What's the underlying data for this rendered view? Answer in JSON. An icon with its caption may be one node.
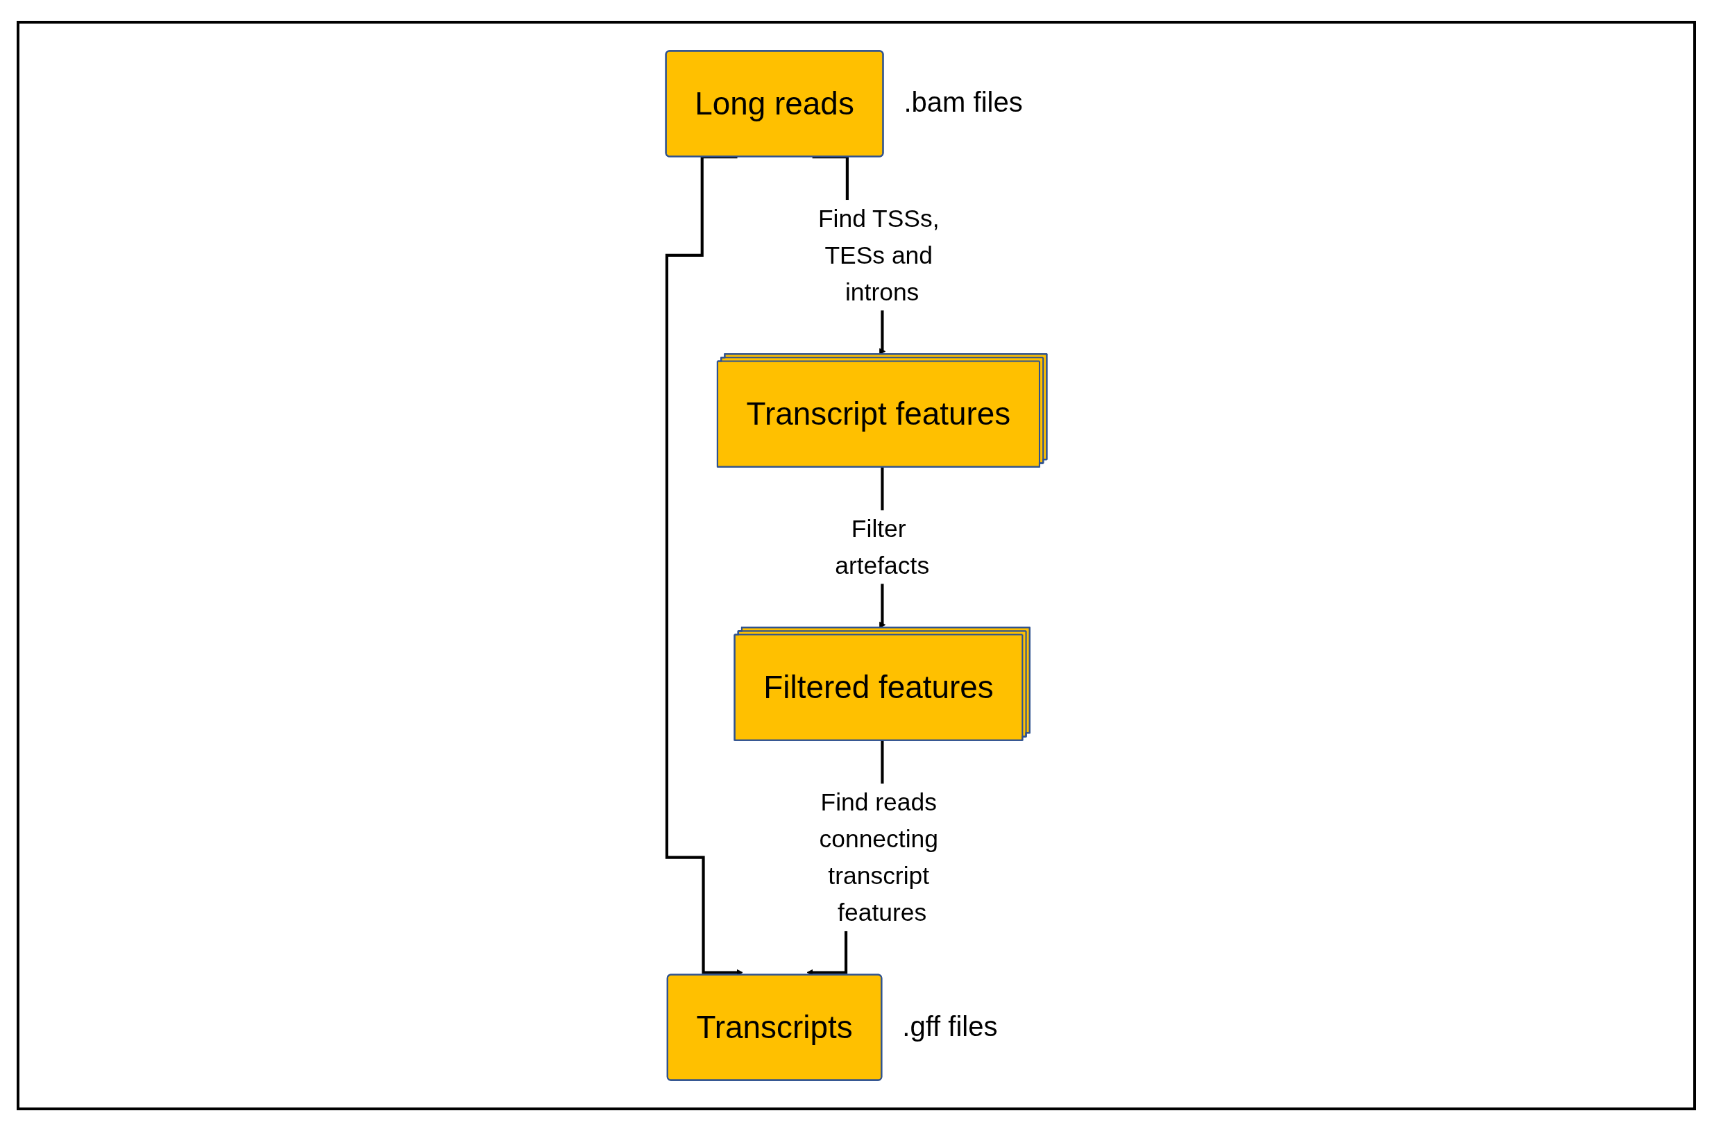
{
  "diagram": {
    "nodes": [
      {
        "text": [
          "Long reads"
        ],
        "beside": [
          ".bam files"
        ]
      },
      {
        "text": [
          "Transcript features"
        ]
      },
      {
        "text": [
          "Filtered features"
        ]
      },
      {
        "text": [
          "Transcripts"
        ],
        "beside": [
          ".gff files"
        ]
      }
    ],
    "edges": [
      {
        "from": 0,
        "to": 1,
        "arrow": "to",
        "label": "Find TSSs, TESs and introns"
      },
      {
        "from": 0,
        "to": 3,
        "arrow": "to"
      },
      {
        "from": 1,
        "to": 2,
        "arrow": "to",
        "label": "Filter artefacts"
      },
      {
        "from": 2,
        "to": 3,
        "arrow": "to",
        "label": "Find reads connecting transcript features"
      }
    ]
  }
}
